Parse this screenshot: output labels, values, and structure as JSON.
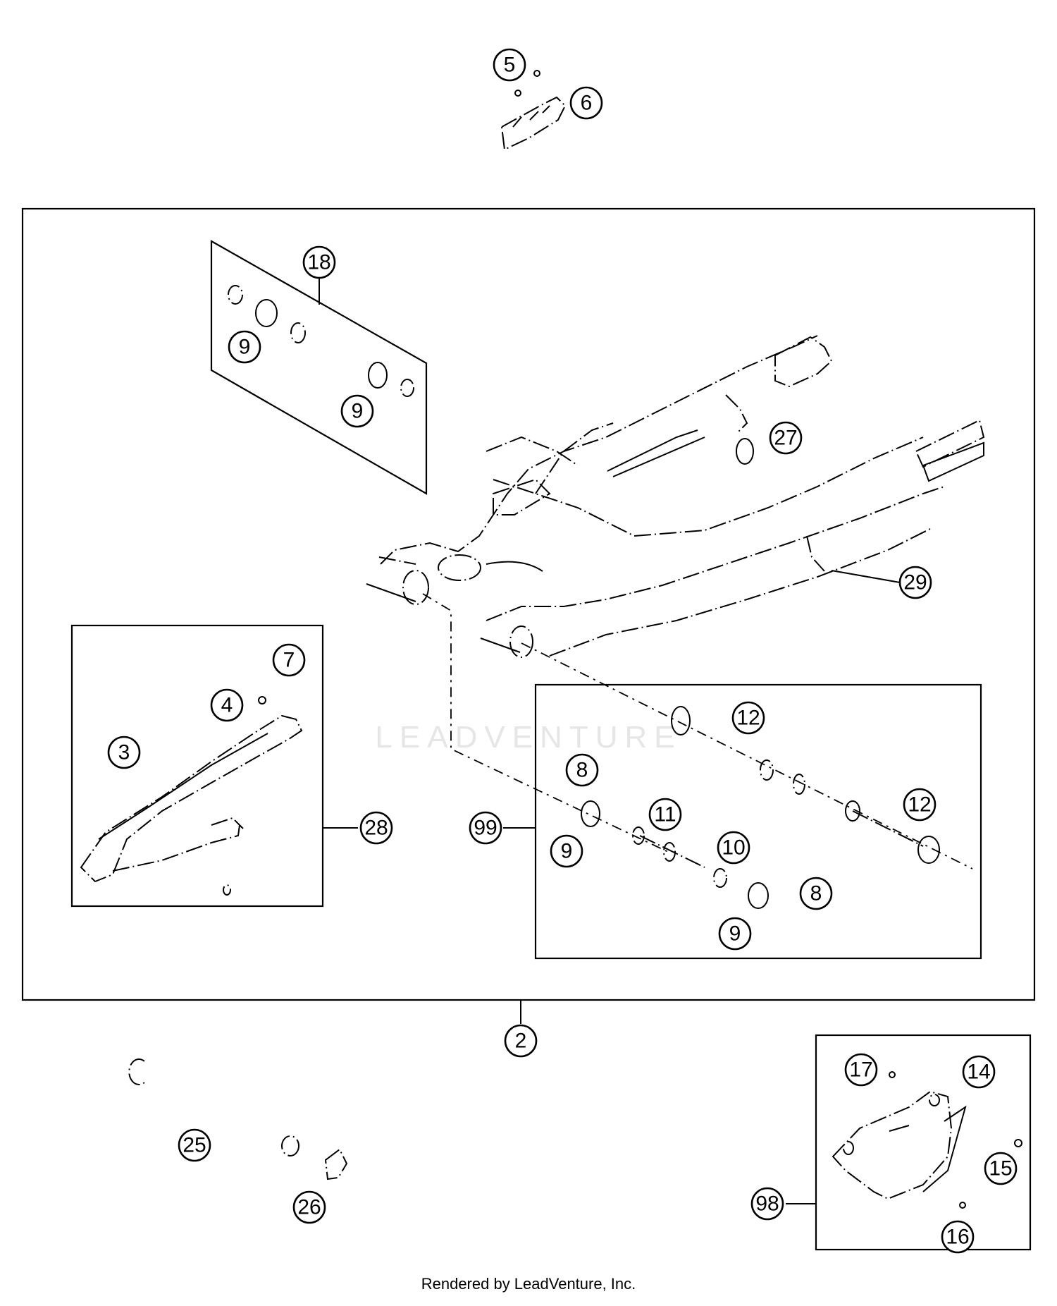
{
  "callouts": [
    "5",
    "6",
    "18",
    "9",
    "9",
    "27",
    "29",
    "7",
    "4",
    "3",
    "28",
    "99",
    "8",
    "9",
    "11",
    "12",
    "10",
    "8",
    "9",
    "12",
    "2",
    "17",
    "14",
    "15",
    "98",
    "16",
    "25",
    "26"
  ],
  "watermark": "LEADVENTURE",
  "footer": "Rendered by LeadVenture, Inc."
}
